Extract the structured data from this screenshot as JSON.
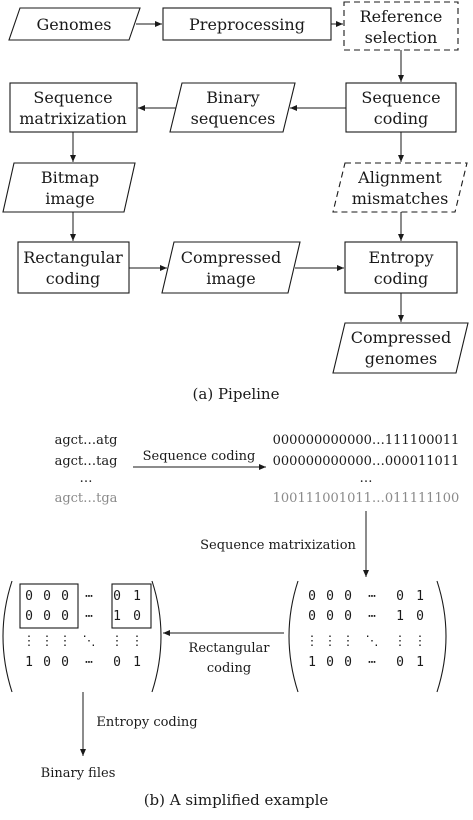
{
  "pipeline": {
    "genomes": "Genomes",
    "preprocessing": "Preprocessing",
    "reference_selection": [
      "Reference",
      "selection"
    ],
    "sequence_coding": [
      "Sequence",
      "coding"
    ],
    "binary_sequences": [
      "Binary",
      "sequences"
    ],
    "sequence_matrixization": [
      "Sequence",
      "matrixization"
    ],
    "bitmap_image": [
      "Bitmap",
      "image"
    ],
    "alignment_mismatches": [
      "Alignment",
      "mismatches"
    ],
    "rectangular_coding": [
      "Rectangular",
      "coding"
    ],
    "compressed_image": [
      "Compressed",
      "image"
    ],
    "entropy_coding": [
      "Entropy",
      "coding"
    ],
    "compressed_genomes": [
      "Compressed",
      "genomes"
    ],
    "caption": "(a) Pipeline"
  },
  "example": {
    "sequences": [
      "agct…atg",
      "agct…tag",
      "…",
      "agct…tga"
    ],
    "binary_rows": [
      "000000000000…111100011",
      "000000000000…000011011",
      "…",
      "100111001011…011111100"
    ],
    "sequence_coding_label": "Sequence coding",
    "sequence_matrixization_label": "Sequence matrixization",
    "rectangular_coding_label": [
      "Rectangular",
      "coding"
    ],
    "entropy_coding_label": "Entropy coding",
    "binary_files_label": "Binary files",
    "matrix_rows": [
      [
        "0",
        "0",
        "0",
        "⋯",
        "0",
        "1"
      ],
      [
        "0",
        "0",
        "0",
        "⋯",
        "1",
        "0"
      ],
      [
        "⋮",
        "⋮",
        "⋮",
        "⋱",
        "⋮",
        "⋮"
      ],
      [
        "1",
        "0",
        "0",
        "⋯",
        "0",
        "1"
      ]
    ],
    "caption": "(b) A simplified example"
  }
}
